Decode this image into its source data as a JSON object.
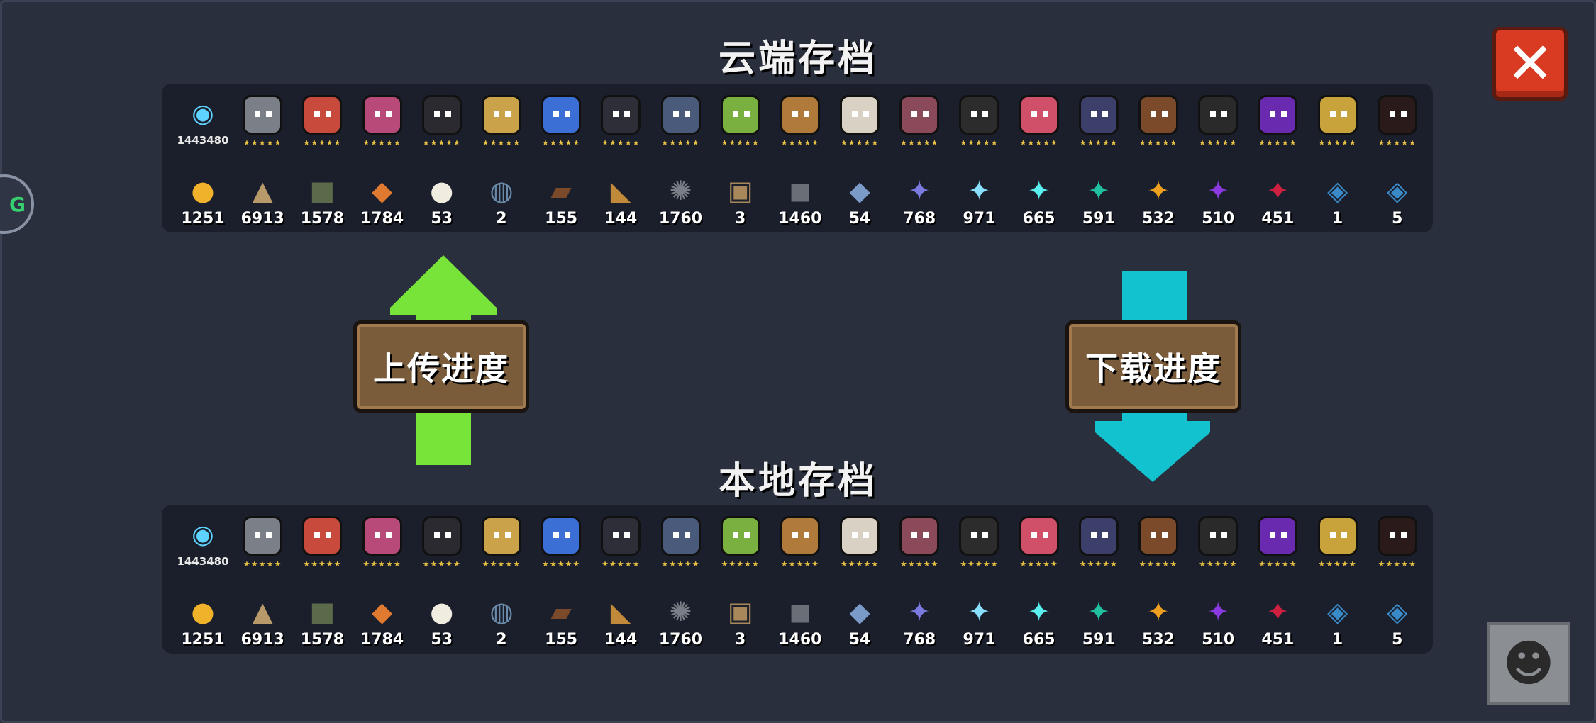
{
  "cloud": {
    "title": "云端存档",
    "gems": "1443480",
    "materials": [
      "1251",
      "6913",
      "1578",
      "1784",
      "53",
      "2",
      "155",
      "144",
      "1760",
      "3",
      "1460",
      "54",
      "768",
      "971",
      "665",
      "591",
      "532",
      "510",
      "451",
      "1",
      "5"
    ]
  },
  "local": {
    "title": "本地存档",
    "gems": "1443480",
    "materials": [
      "1251",
      "6913",
      "1578",
      "1784",
      "53",
      "2",
      "155",
      "144",
      "1760",
      "3",
      "1460",
      "54",
      "768",
      "971",
      "665",
      "591",
      "532",
      "510",
      "451",
      "1",
      "5"
    ]
  },
  "upload_button": "上传进度",
  "download_button": "下载进度",
  "close_icon": "close-icon",
  "side_coin_label": "G",
  "colors": {
    "upload_arrow": "#78e43a",
    "download_arrow": "#12c2ce",
    "close_button": "#d83a22",
    "button_wood": "#7a5c3a"
  }
}
